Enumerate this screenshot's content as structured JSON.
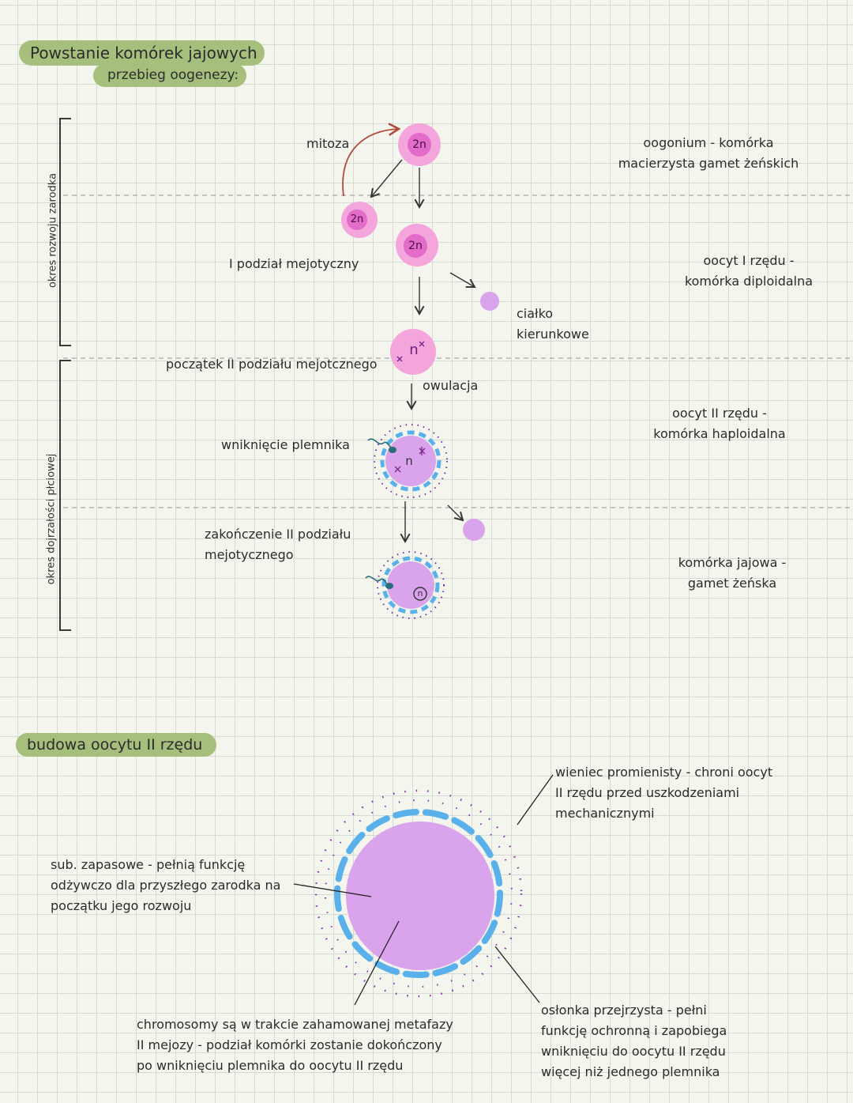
{
  "title": "Powstanie komórek jajowych",
  "subtitle": "przebieg oogenezy:",
  "side_labels": {
    "embryo": "okres rozwoju zarodka",
    "fertility": "okres dojrzałości płciowej"
  },
  "stages": {
    "mitosis": "mitoza",
    "first_division": "I podział mejotyczny",
    "second_start": "początek II podziału mejotcznego",
    "ovulation": "owulacja",
    "sperm_entry": "wniknięcie plemnika",
    "second_end_1": "zakończenie II podziału",
    "second_end_2": "mejotycznego"
  },
  "cell_labels": {
    "top": "2n",
    "left": "2n",
    "middle": "2n",
    "secondary": "n",
    "sperm_cell": "n",
    "egg": "n"
  },
  "descriptions": {
    "oogonium_1": "oogonium - komórka",
    "oogonium_2": "macierzysta gamet żeńskich",
    "oocyte1_1": "oocyt I rzędu -",
    "oocyte1_2": "komórka diploidalna",
    "polar_1": "ciałko",
    "polar_2": "kierunkowe",
    "oocyte2_1": "oocyt II rzędu -",
    "oocyte2_2": "komórka haploidalna",
    "egg_1": "komórka jajowa -",
    "egg_2": "gamet żeńska"
  },
  "structure": {
    "heading": "budowa oocytu II rzędu",
    "corona_1": "wieniec promienisty - chroni oocyt",
    "corona_2": "II rzędu przed uszkodzeniami",
    "corona_3": "mechanicznymi",
    "yolk_1": "sub. zapasowe - pełnią funkcję",
    "yolk_2": "odżywczo dla przyszłego zarodka na",
    "yolk_3": "początku jego rozwoju",
    "chrom_1": "chromosomy są w trakcie zahamowanej metafazy",
    "chrom_2": "II mejozy - podział komórki zostanie dokończony",
    "chrom_3": "po wniknięciu plemnika do oocytu II rzędu",
    "zona_1": "osłonka przejrzysta - pełni",
    "zona_2": "funkcję ochronną i zapobiega",
    "zona_3": "wniknięciu do oocytu II rzędu",
    "zona_4": "więcej niż jednego plemnika"
  },
  "colors": {
    "highlight": "#a6bf7c",
    "cell_outer": "#f3a5dc",
    "cell_inner": "#e36bc9",
    "oocyte": "#d9a4ec",
    "zona": "#5ab0ea",
    "corona_dots": "#8a2bb4",
    "arrow_red": "#b04a3e",
    "grid": "#d6dad4",
    "background": "#f4f6ee"
  }
}
